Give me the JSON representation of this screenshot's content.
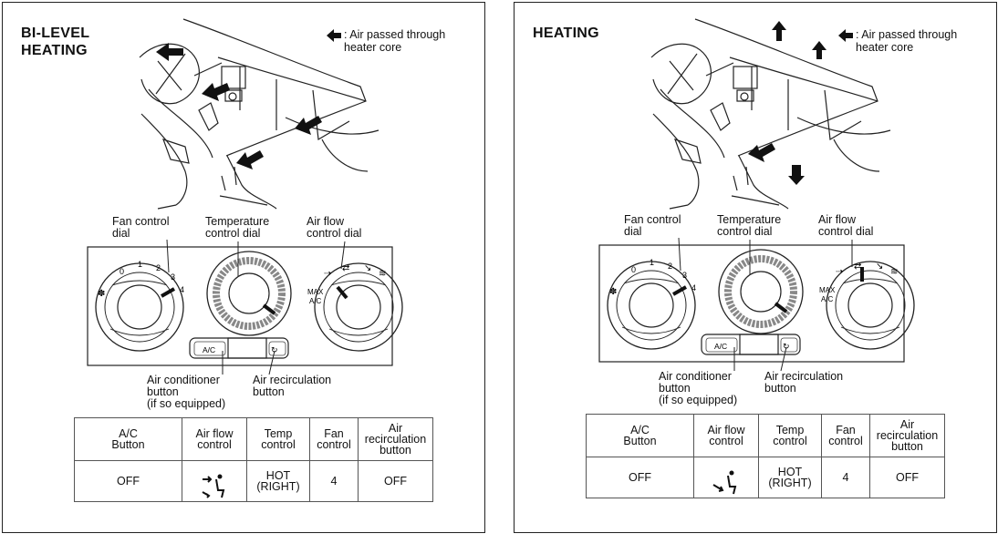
{
  "legend_text": ": Air passed through\nheater core",
  "labels": {
    "fan_control_dial": "Fan control\ndial",
    "temperature_control_dial": "Temperature\ncontrol dial",
    "air_flow_control_dial": "Air flow\ncontrol dial",
    "air_conditioner_button": "Air conditioner\nbutton\n(if so equipped)",
    "air_recirculation_button": "Air recirculation\nbutton"
  },
  "dial_marks": {
    "fan_numbers": [
      "0",
      "1",
      "2",
      "3",
      "4"
    ],
    "max_ac": "MAX\nA/C",
    "ac_button": "A/C"
  },
  "table_headers": [
    "A/C\nButton",
    "Air flow\ncontrol",
    "Temp\ncontrol",
    "Fan\ncontrol",
    "Air\nrecirculation\nbutton"
  ],
  "panels": [
    {
      "title": "BI-LEVEL\nHEATING",
      "airflow_mode_icon": "bi-level-mode-icon",
      "values": {
        "ac_button": "OFF",
        "temp_control": "HOT\n(RIGHT)",
        "fan_control": "4",
        "air_recirculation": "OFF"
      }
    },
    {
      "title": "HEATING",
      "airflow_mode_icon": "foot-mode-icon",
      "values": {
        "ac_button": "OFF",
        "temp_control": "HOT\n(RIGHT)",
        "fan_control": "4",
        "air_recirculation": "OFF"
      }
    }
  ]
}
